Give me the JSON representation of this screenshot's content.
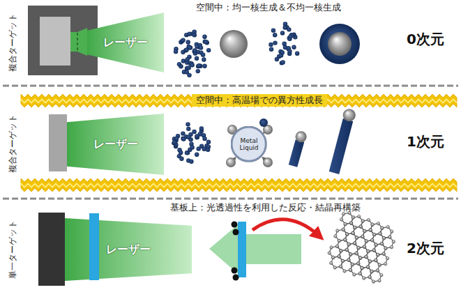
{
  "diagram": {
    "nodes": [
      {
        "text": [
          "レーザー"
        ]
      },
      {
        "text": [
          "レーザー"
        ]
      },
      {
        "text": [
          "Metal Liquid"
        ]
      },
      {
        "text": [
          "レーザー"
        ]
      }
    ],
    "labels": [
      "複合ターゲット",
      "空間中：均一核生成＆不均一核生成",
      "0次元",
      "複合ターゲット",
      "空間中：高温場での異方性成長",
      "1次元",
      "単一ターゲット",
      "基板上：光透過性を利用した反応・結晶再構築",
      "2次元"
    ]
  }
}
